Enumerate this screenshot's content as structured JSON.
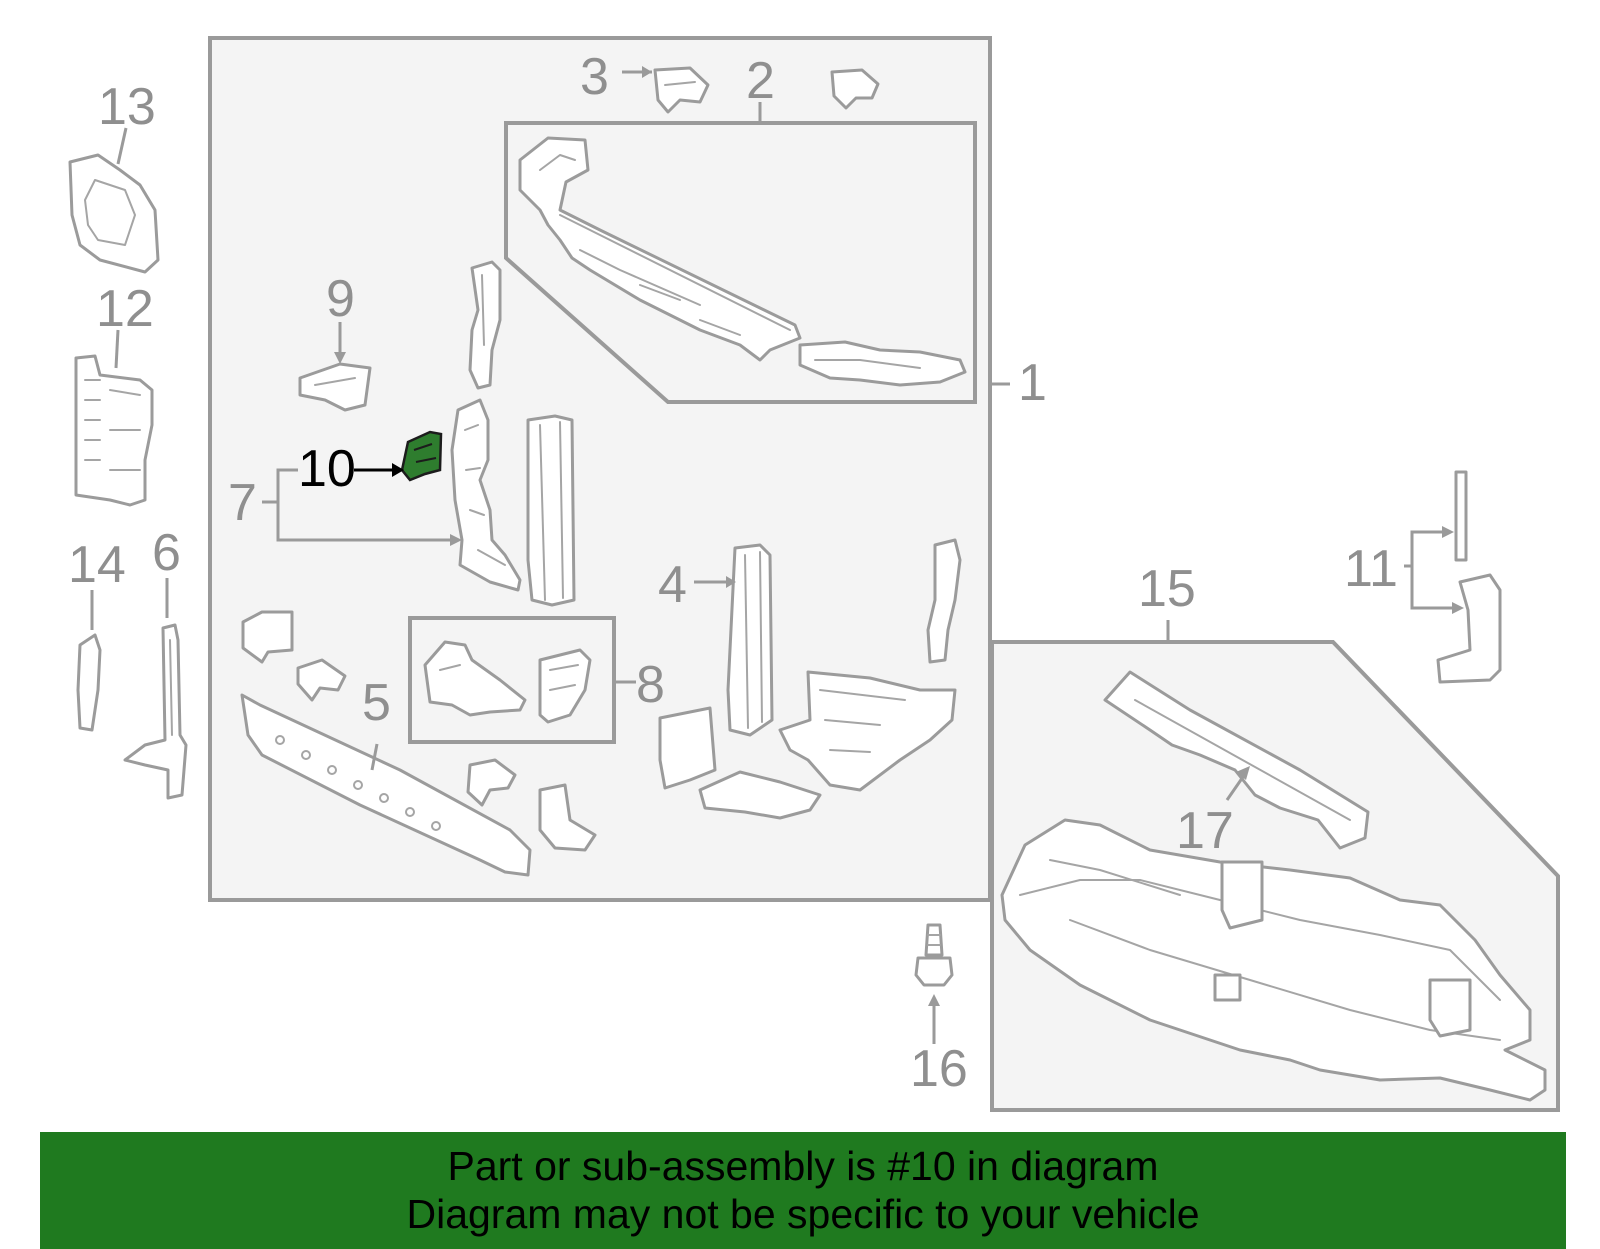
{
  "callouts": {
    "c1": "1",
    "c2": "2",
    "c3": "3",
    "c4": "4",
    "c5": "5",
    "c6": "6",
    "c7": "7",
    "c8": "8",
    "c9": "9",
    "c10": "10",
    "c11": "11",
    "c12": "12",
    "c13": "13",
    "c14": "14",
    "c15": "15",
    "c16": "16",
    "c17": "17"
  },
  "highlight": {
    "part_number": "10",
    "color": "#2e7d2e"
  },
  "banner": {
    "line1": "Part or sub-assembly is #10 in diagram",
    "line2": "Diagram may not be specific to your vehicle",
    "background": "#1f7a1f"
  }
}
